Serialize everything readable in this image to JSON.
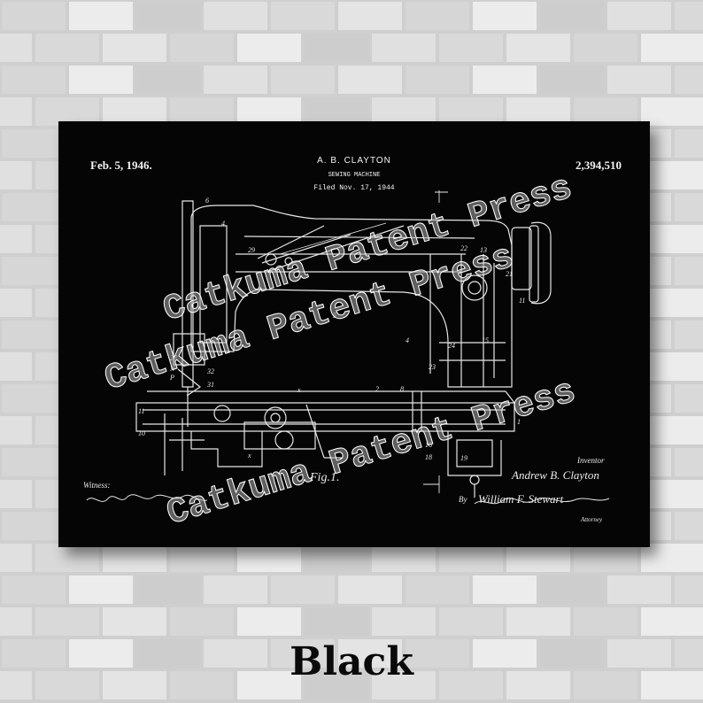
{
  "poster": {
    "date": "Feb. 5, 1946.",
    "inventor_top": "A. B. CLAYTON",
    "subject": "SEWING MACHINE",
    "filed": "Filed Nov. 17, 1944",
    "patent_number": "2,394,510",
    "inventor_caption": "Inventor",
    "inventor_signature": "Andrew B. Clayton",
    "by": "By",
    "attorney_signature": "William F. Stewart",
    "attorney_caption": "Attorney",
    "witness": "Witness:",
    "figure": "Fig.1."
  },
  "watermark": {
    "line1": "Catkuma Patent Press",
    "line2": "Catkuma Patent Press",
    "line3": "Catkuma Patent Press"
  },
  "caption": "Black",
  "colors": {
    "poster": "#050505",
    "wall": "#dcdcdc",
    "ink": "#f2f2f2"
  }
}
